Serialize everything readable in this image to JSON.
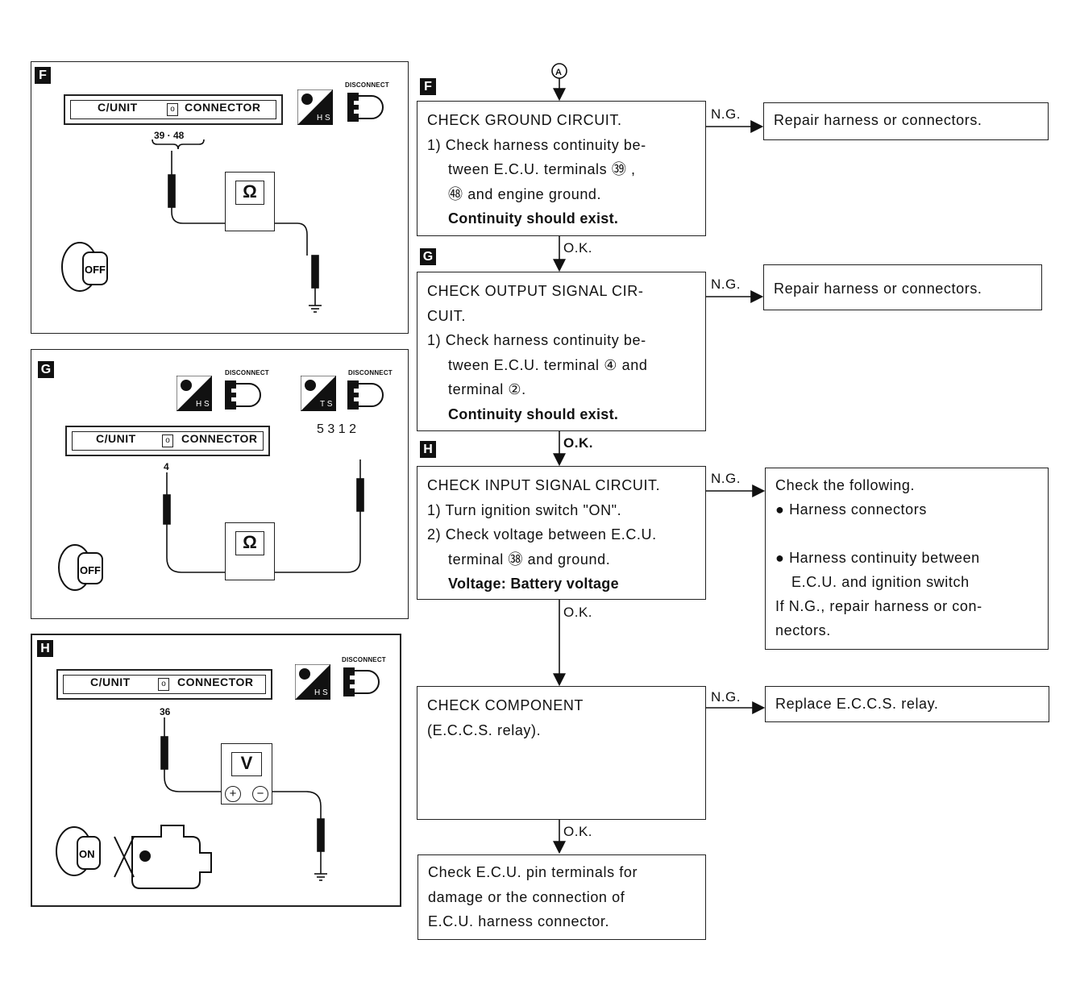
{
  "start_node": "A",
  "steps": {
    "F": {
      "badge": "F",
      "lines": [
        "CHECK GROUND CIRCUIT.",
        "1) Check harness continuity be-",
        "tween E.C.U. terminals ㊴ ,",
        "㊽ and engine ground."
      ],
      "spec": "Continuity should exist.",
      "ng_label": "N.G.",
      "ok_label": "O.K.",
      "ng_result": [
        "Repair harness or connectors."
      ]
    },
    "G": {
      "badge": "G",
      "lines": [
        "CHECK OUTPUT SIGNAL CIR-",
        "CUIT.",
        "1) Check harness continuity be-",
        "tween E.C.U. terminal ④ and",
        "terminal ②."
      ],
      "spec": "Continuity should exist.",
      "ng_label": "N.G.",
      "ok_label": "O.K.",
      "ng_result": [
        "Repair harness or connectors."
      ]
    },
    "H": {
      "badge": "H",
      "lines": [
        "CHECK INPUT SIGNAL CIRCUIT.",
        "1) Turn ignition switch \"ON\".",
        "2) Check voltage between E.C.U.",
        "terminal ㊳ and ground."
      ],
      "spec": "Voltage: Battery voltage",
      "ng_label": "N.G.",
      "ok_label": "O.K.",
      "ng_result": [
        "Check the following.",
        "● Harness connectors",
        "",
        "● Harness continuity between",
        "E.C.U. and ignition switch",
        "If N.G., repair harness or con-",
        "nectors."
      ]
    },
    "component": {
      "lines": [
        "CHECK COMPONENT",
        "(E.C.C.S. relay)."
      ],
      "ng_label": "N.G.",
      "ok_label": "O.K.",
      "ng_result": [
        "Replace E.C.C.S. relay."
      ]
    },
    "final": {
      "lines": [
        "Check E.C.U. pin terminals for",
        "damage or the connection of",
        "E.C.U. harness connector."
      ]
    }
  },
  "panels": {
    "F": {
      "badge": "F",
      "connector_left": "C/UNIT",
      "connector_right": "CONNECTOR",
      "terminals": "39 · 48",
      "meter": "Ω",
      "mode": "H S",
      "disconnect": "DISCONNECT",
      "key": "OFF"
    },
    "G": {
      "badge": "G",
      "connector_left": "C/UNIT",
      "connector_right": "CONNECTOR",
      "terminal": "4",
      "relay_pins": [
        "5",
        "3",
        "1",
        "2"
      ],
      "meter": "Ω",
      "mode1": "H S",
      "mode2": "T S",
      "disconnect": "DISCONNECT",
      "key": "OFF"
    },
    "H": {
      "badge": "H",
      "connector_left": "C/UNIT",
      "connector_right": "CONNECTOR",
      "terminal": "36",
      "meter": "V",
      "plus": "+",
      "minus": "−",
      "mode": "H S",
      "disconnect": "DISCONNECT",
      "key": "ON"
    }
  }
}
